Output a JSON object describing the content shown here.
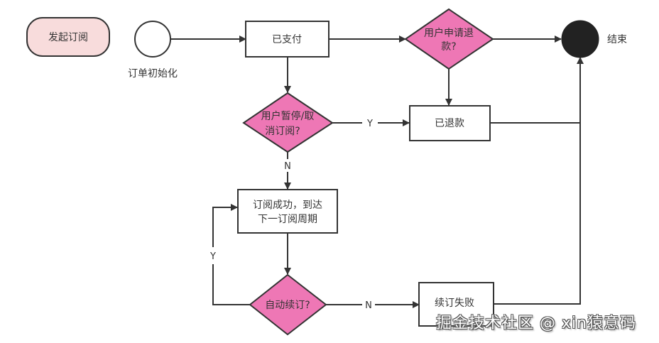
{
  "diagram": {
    "type": "flowchart",
    "colors": {
      "stroke": "#333333",
      "decision_fill": "#ee77b5",
      "start_fill": "#f8dcdc",
      "end_fill": "#222222",
      "box_fill": "#ffffff"
    },
    "nodes": {
      "start_subscription": {
        "label": "发起订阅",
        "shape": "rounded"
      },
      "order_init": {
        "label": "订单初始化",
        "shape": "circle"
      },
      "paid": {
        "label": "已支付",
        "shape": "box"
      },
      "refund_request": {
        "line1": "用户申请退",
        "line2": "款?",
        "shape": "diamond"
      },
      "end": {
        "label": "结束",
        "shape": "filled-circle"
      },
      "pause_cancel": {
        "line1": "用户暂停/取",
        "line2": "消订阅?",
        "shape": "diamond"
      },
      "refunded": {
        "label": "已退款",
        "shape": "box"
      },
      "subscribe_success": {
        "line1": "订阅成功，到达",
        "line2": "下一订阅周期",
        "shape": "box"
      },
      "auto_renew": {
        "label": "自动续订?",
        "shape": "diamond"
      },
      "renew_failed": {
        "label": "续订失败",
        "shape": "box"
      }
    },
    "edges": [
      {
        "from": "order_init",
        "to": "paid",
        "label": ""
      },
      {
        "from": "paid",
        "to": "refund_request",
        "label": ""
      },
      {
        "from": "refund_request",
        "to": "end",
        "label": ""
      },
      {
        "from": "refund_request",
        "to": "refunded",
        "label": ""
      },
      {
        "from": "paid",
        "to": "pause_cancel",
        "label": ""
      },
      {
        "from": "pause_cancel",
        "to": "refunded",
        "label": "Y"
      },
      {
        "from": "pause_cancel",
        "to": "subscribe_success",
        "label": "N"
      },
      {
        "from": "subscribe_success",
        "to": "auto_renew",
        "label": ""
      },
      {
        "from": "auto_renew",
        "to": "subscribe_success",
        "label": "Y"
      },
      {
        "from": "auto_renew",
        "to": "renew_failed",
        "label": "N"
      },
      {
        "from": "refunded",
        "to": "end",
        "label": ""
      },
      {
        "from": "renew_failed",
        "to": "end",
        "label": ""
      }
    ],
    "edge_labels": {
      "yes": "Y",
      "no": "N"
    }
  },
  "watermark": "掘金技术社区 @ xin猿意码"
}
